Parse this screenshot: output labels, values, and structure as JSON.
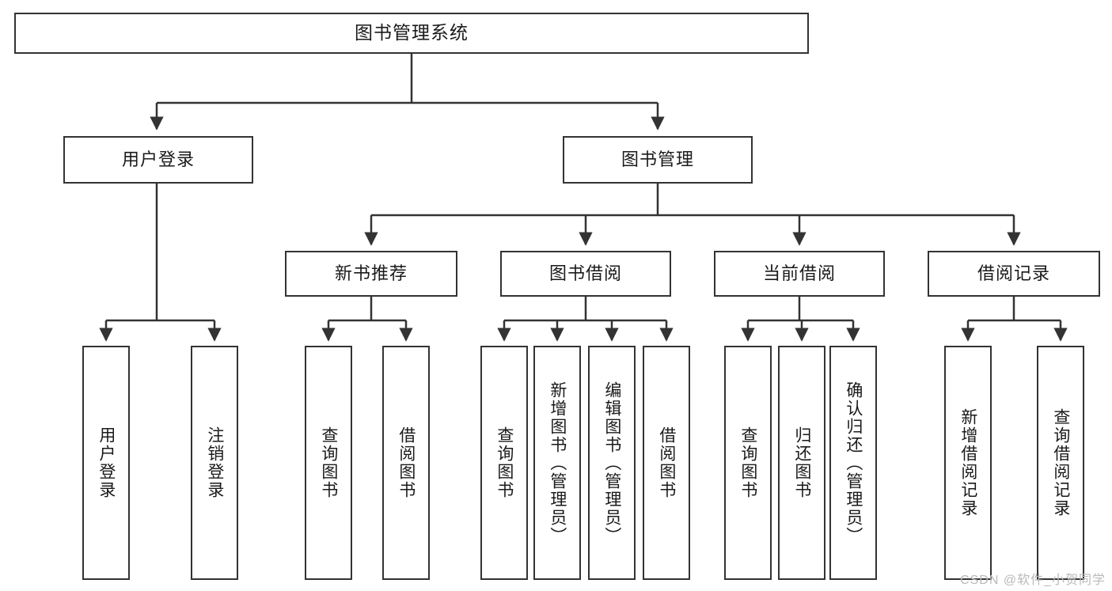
{
  "diagram": {
    "type": "tree",
    "title": "图书管理系统",
    "watermark": "CSDN @软件_小贺同学",
    "colors": {
      "box_border": "#333333",
      "box_fill": "#ffffff",
      "edge": "#333333",
      "text": "#1a1a1a",
      "watermark": "#b9b9b9"
    },
    "nodes": {
      "root": {
        "label": "图书管理系统"
      },
      "level2": [
        {
          "id": "user-login",
          "label": "用户登录"
        },
        {
          "id": "book-manage",
          "label": "图书管理"
        }
      ],
      "level3": [
        {
          "id": "new-book-rec",
          "label": "新书推荐"
        },
        {
          "id": "book-borrow",
          "label": "图书借阅"
        },
        {
          "id": "current-borrow",
          "label": "当前借阅"
        },
        {
          "id": "borrow-record",
          "label": "借阅记录"
        }
      ],
      "leaves": {
        "user_login": [
          {
            "id": "leaf-user-login",
            "label": "用户登录"
          },
          {
            "id": "leaf-logout-login",
            "label": "注销登录"
          }
        ],
        "new_book_rec": [
          {
            "id": "leaf-query-book-1",
            "label": "查询图书"
          },
          {
            "id": "leaf-borrow-book-1",
            "label": "借阅图书"
          }
        ],
        "book_borrow": [
          {
            "id": "leaf-query-book-2",
            "label": "查询图书"
          },
          {
            "id": "leaf-add-book",
            "label": "新增图书（管理员）"
          },
          {
            "id": "leaf-edit-book",
            "label": "编辑图书（管理员）"
          },
          {
            "id": "leaf-borrow-book-2",
            "label": "借阅图书"
          }
        ],
        "current_borrow": [
          {
            "id": "leaf-query-book-3",
            "label": "查询图书"
          },
          {
            "id": "leaf-return-book",
            "label": "归还图书"
          },
          {
            "id": "leaf-confirm-return",
            "label": "确认归还（管理员）"
          }
        ],
        "borrow_record": [
          {
            "id": "leaf-add-record",
            "label": "新增借阅记录"
          },
          {
            "id": "leaf-query-record",
            "label": "查询借阅记录"
          }
        ]
      }
    }
  }
}
